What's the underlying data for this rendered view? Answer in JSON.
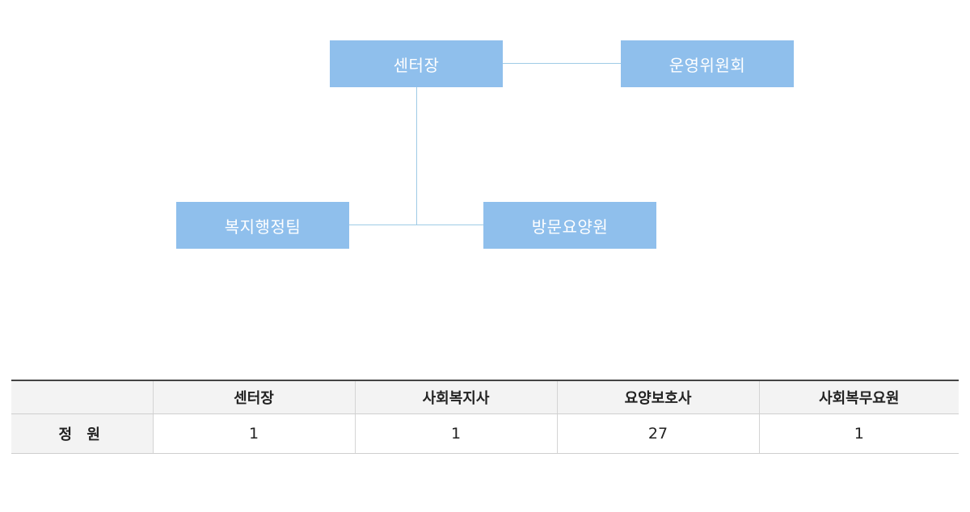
{
  "org_chart": {
    "director": "센터장",
    "committee": "운영위원회",
    "admin_team": "복지행정팀",
    "visit_care": "방문요양원"
  },
  "staff_table": {
    "header_blank": "",
    "columns": [
      "센터장",
      "사회복지사",
      "요양보호사",
      "사회복무요원"
    ],
    "row_label": "정 원",
    "values": [
      "1",
      "1",
      "27",
      "1"
    ]
  },
  "colors": {
    "box_fill": "#8fbfec",
    "connector": "#9fcbe6",
    "table_header_bg": "#f3f3f3",
    "table_top_border": "#444444"
  }
}
